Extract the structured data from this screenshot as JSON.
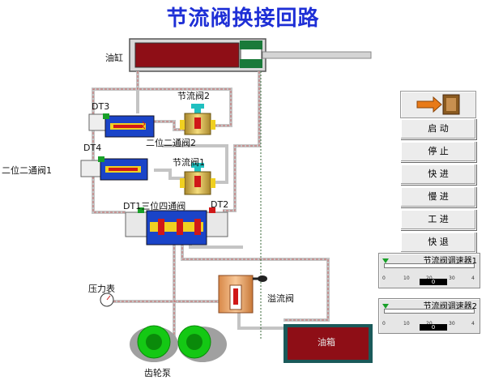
{
  "title": "节流阀换接回路",
  "labels": {
    "cylinder": "油缸",
    "dt3": "DT3",
    "dt4": "DT4",
    "valve_2way_2": "二位二通阀2",
    "valve_2way_1": "二位二通阀1",
    "throttle_2": "节流阀2",
    "throttle_1": "节流阀1",
    "dt1_valve": "DT1三位四通阀",
    "dt2": "DT2",
    "pressure_gauge": "压力表",
    "relief_valve": "溢流阀",
    "tank": "油箱",
    "gear_pump": "齿轮泵"
  },
  "panel": {
    "icon": "exit-door-arrow-icon",
    "buttons": [
      "启  动",
      "停  止",
      "快  进",
      "慢  进",
      "工  进",
      "快  退"
    ]
  },
  "sliders": [
    {
      "title": "节流阀调速器1",
      "ticks": [
        "0",
        "10",
        "20",
        "30",
        "4"
      ],
      "value": "0",
      "level": 0
    },
    {
      "title": "节流阀调速器2",
      "ticks": [
        "0",
        "10",
        "20",
        "30",
        "4"
      ],
      "value": "0",
      "level": 0
    }
  ],
  "colors": {
    "title": "#1e2fd6",
    "cylinder_chamber": "#8e0e16",
    "piston_green": "#1a7a3a",
    "valve_blue": "#1a44c8",
    "valve_yellow": "#f0d020",
    "valve_red": "#d01818",
    "tank_red": "#8e0e16",
    "tank_border": "#1a5a5a",
    "pipe_dash": "#c86464",
    "pump_green": "#14c814"
  }
}
